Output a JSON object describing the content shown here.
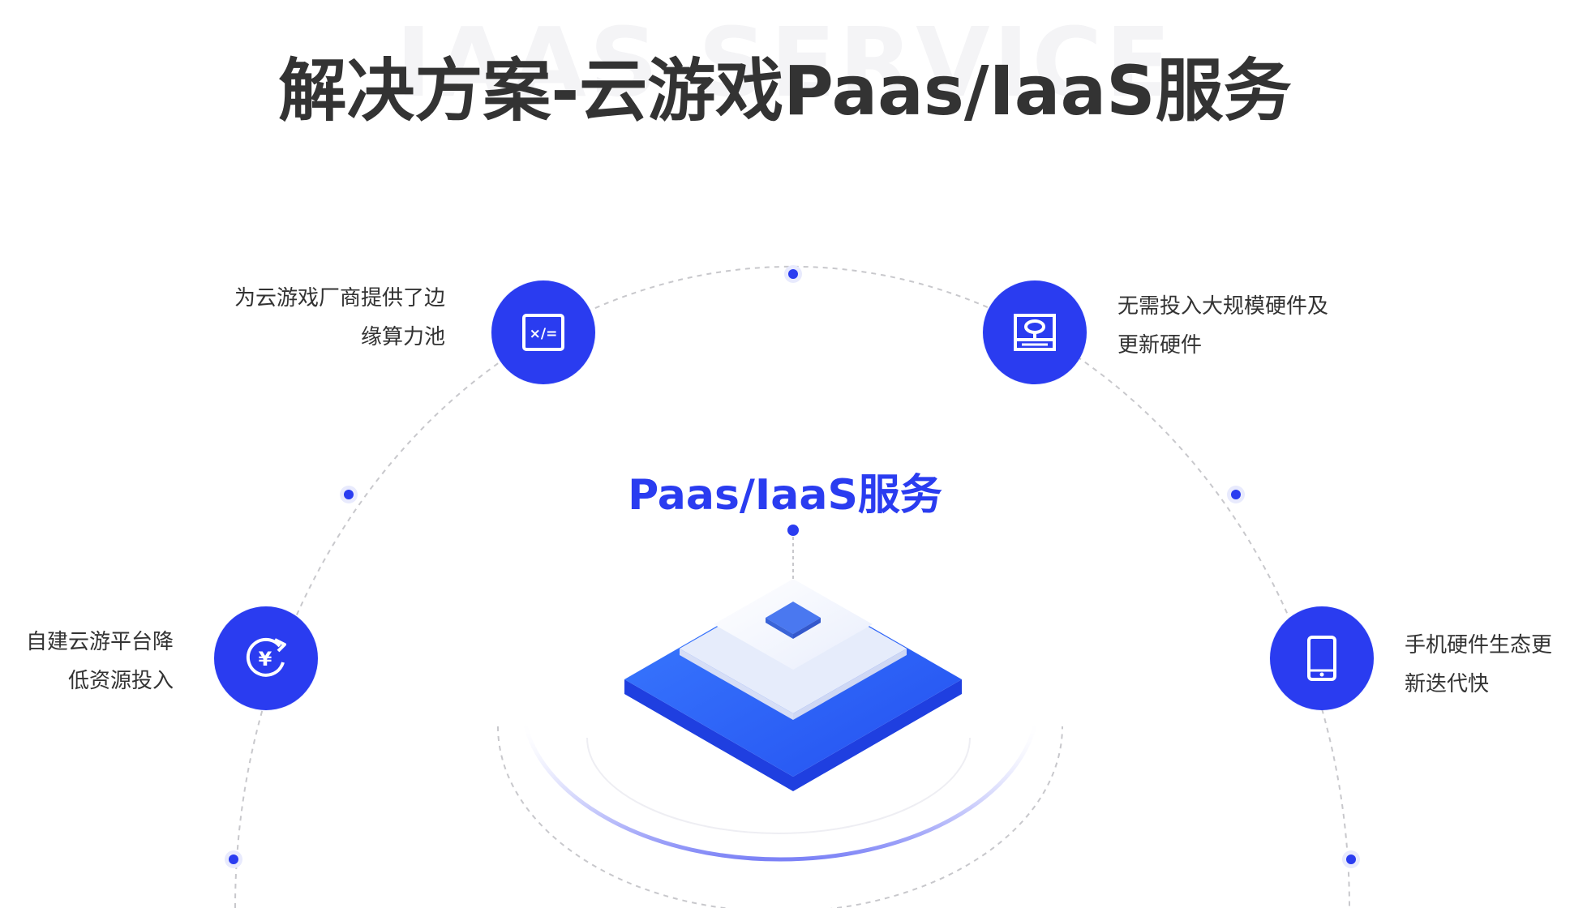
{
  "watermark": "IAAS SERVICE",
  "title": "解决方案-云游戏Paas/IaaS服务",
  "center_label": "Paas/IaaS服务",
  "features": [
    {
      "line1": "为云游戏厂商提供了边",
      "line2": "缘算力池",
      "icon": "compute-card-icon"
    },
    {
      "line1": "无需投入大规模硬件及",
      "line2": "更新硬件",
      "icon": "hard-drive-icon"
    },
    {
      "line1": "自建云游平台降",
      "line2": "低资源投入",
      "icon": "yuan-refresh-icon"
    },
    {
      "line1": "手机硬件生态更",
      "line2": "新迭代快",
      "icon": "smartphone-icon"
    }
  ],
  "colors": {
    "accent": "#2a3cf0",
    "text": "#333333",
    "platform_blue": "#2d6bff",
    "dashed_line": "#c8c8cc"
  }
}
